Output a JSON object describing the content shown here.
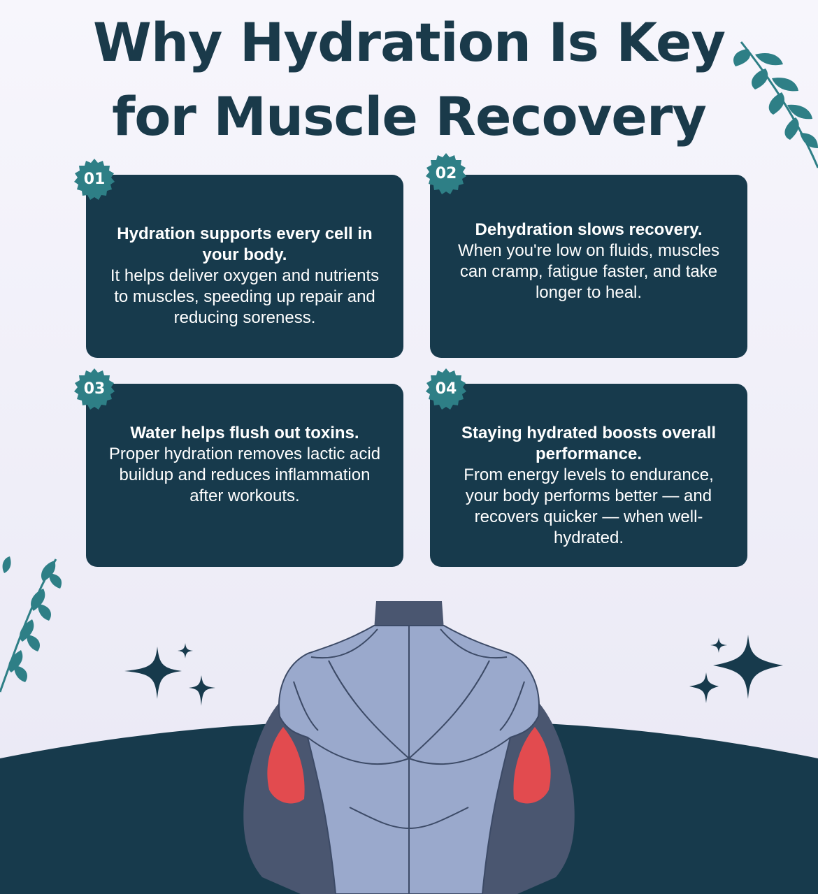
{
  "title": {
    "line1": "Why Hydration Is Key",
    "line2": "for Muscle Recovery"
  },
  "colors": {
    "navy": "#173a4c",
    "teal": "#2e7f86",
    "muscle_body": "#9aa9cc",
    "muscle_highlight": "#e24b4f",
    "background": "#f3f2fa"
  },
  "cards": [
    {
      "number": "01",
      "heading": "Hydration supports every cell in your body.",
      "body": "It helps deliver oxygen and nutrients to muscles, speeding up repair and reducing soreness."
    },
    {
      "number": "02",
      "heading": "Dehydration slows recovery.",
      "body": "When you're low on fluids, muscles can cramp, fatigue faster, and take longer to heal."
    },
    {
      "number": "03",
      "heading": "Water helps flush out toxins.",
      "body": "Proper hydration removes lactic acid buildup and reduces inflammation after workouts."
    },
    {
      "number": "04",
      "heading": "Staying hydrated boosts overall performance.",
      "body": "From energy levels to endurance, your body performs better — and recovers quicker — when well-hydrated."
    }
  ],
  "illustration": {
    "figure": "muscular-back-torso",
    "highlighted_muscles": "triceps",
    "icons": [
      "leaf-branch-icon",
      "sparkle-star-icon"
    ]
  }
}
